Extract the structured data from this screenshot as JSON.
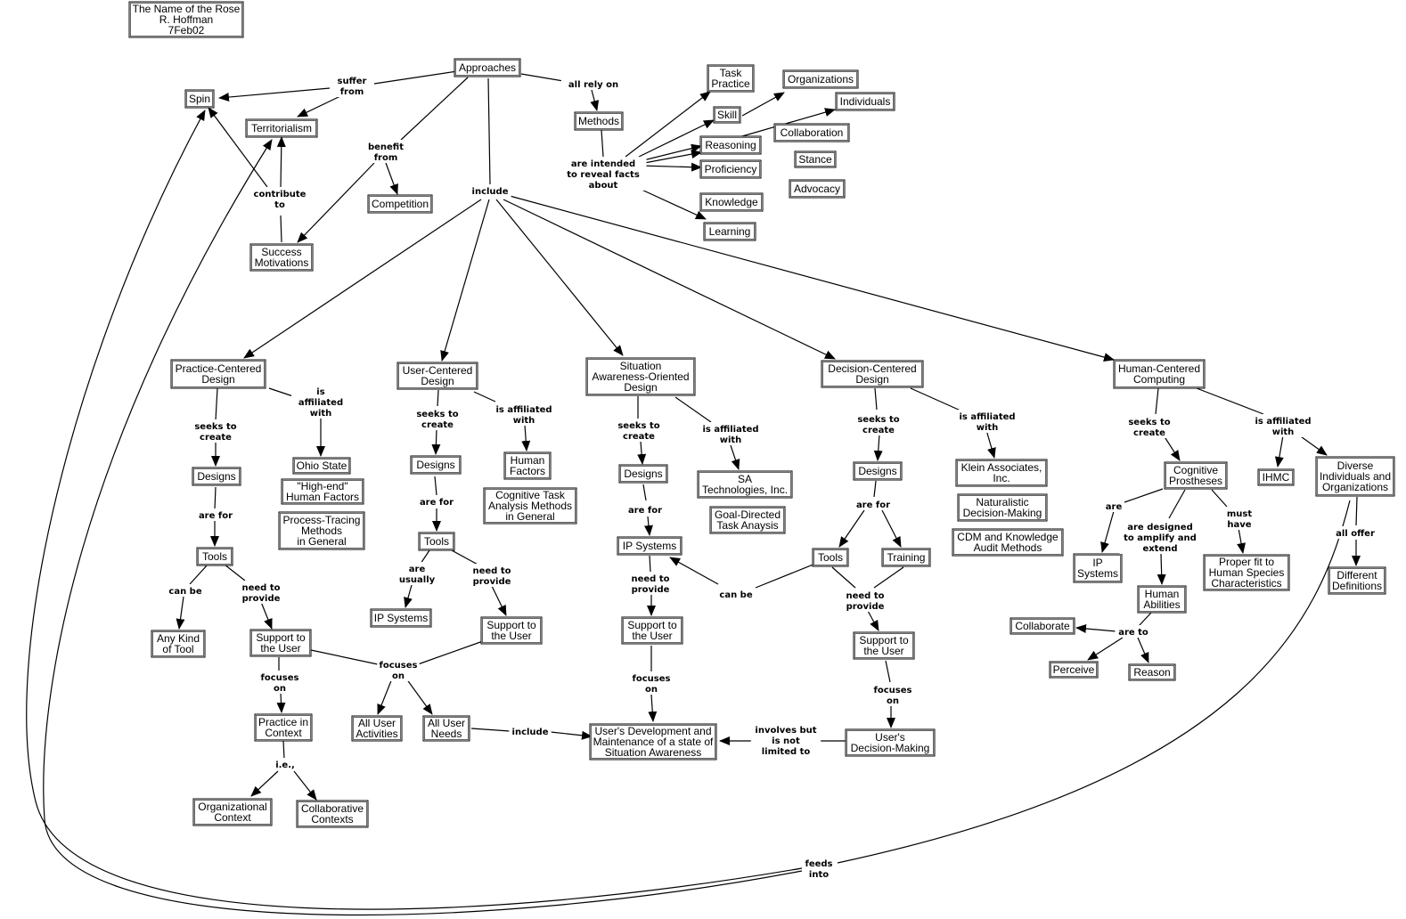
{
  "nodes": {
    "title": {
      "text": "The Name of the Rose\nR. Hoffman\n7Feb02"
    },
    "approaches": {
      "text": "Approaches"
    },
    "spin": {
      "text": "Spin"
    },
    "territorialism": {
      "text": "Territorialism"
    },
    "success_motivations": {
      "text": "Success\nMotivations"
    },
    "competition": {
      "text": "Competition"
    },
    "methods": {
      "text": "Methods"
    },
    "task_practice": {
      "text": "Task\nPractice"
    },
    "skill": {
      "text": "Skill"
    },
    "reasoning": {
      "text": "Reasoning"
    },
    "proficiency": {
      "text": "Proficiency"
    },
    "knowledge": {
      "text": "Knowledge"
    },
    "learning": {
      "text": "Learning"
    },
    "organizations": {
      "text": "Organizations"
    },
    "individuals": {
      "text": "Individuals"
    },
    "collaboration": {
      "text": "Collaboration"
    },
    "stance": {
      "text": "Stance"
    },
    "advocacy": {
      "text": "Advocacy"
    },
    "pcd": {
      "text": "Practice-Centered\nDesign"
    },
    "pcd_designs": {
      "text": "Designs"
    },
    "pcd_tools": {
      "text": "Tools"
    },
    "any_kind_tool": {
      "text": "Any Kind\nof Tool"
    },
    "pcd_support": {
      "text": "Support to\nthe User"
    },
    "practice_context": {
      "text": "Practice in\nContext"
    },
    "org_context": {
      "text": "Organizational\nContext"
    },
    "collab_contexts": {
      "text": "Collaborative\nContexts"
    },
    "ohio_state": {
      "text": "Ohio State"
    },
    "high_end_hf": {
      "text": "\"High-end\"\nHuman Factors"
    },
    "process_tracing": {
      "text": "Process-Tracing\nMethods\nin General"
    },
    "ucd": {
      "text": "User-Centered\nDesign"
    },
    "ucd_designs": {
      "text": "Designs"
    },
    "ucd_tools": {
      "text": "Tools"
    },
    "ucd_ip": {
      "text": "IP Systems"
    },
    "ucd_support": {
      "text": "Support to\nthe User"
    },
    "all_user_activities": {
      "text": "All User\nActivities"
    },
    "all_user_needs": {
      "text": "All User\nNeeds"
    },
    "human_factors": {
      "text": "Human\nFactors"
    },
    "cta_methods": {
      "text": "Cognitive Task\nAnalysis Methods\nin General"
    },
    "saod": {
      "text": "Situation\nAwareness-Oriented\nDesign"
    },
    "saod_designs": {
      "text": "Designs"
    },
    "saod_ip": {
      "text": "IP  Systems"
    },
    "saod_support": {
      "text": "Support to\nthe User"
    },
    "user_dev_sa": {
      "text": "User's Development and\nMaintenance of a state of\nSituation Awareness"
    },
    "sa_tech": {
      "text": "SA\nTechnologies, Inc."
    },
    "goal_directed": {
      "text": "Goal-Directed\nTask Anaysis"
    },
    "dcd": {
      "text": "Decision-Centered\nDesign"
    },
    "dcd_designs": {
      "text": "Designs"
    },
    "dcd_tools": {
      "text": "Tools"
    },
    "dcd_training": {
      "text": "Training"
    },
    "dcd_support": {
      "text": "Support to\nthe User"
    },
    "user_dm": {
      "text": "User's\nDecision-Making"
    },
    "klein": {
      "text": "Klein Associates,\nInc."
    },
    "ndm": {
      "text": "Naturalistic\nDecision-Making"
    },
    "cdm": {
      "text": "CDM and Knowledge\nAudit Methods"
    },
    "hcc": {
      "text": "Human-Centered\nComputing"
    },
    "cog_prostheses": {
      "text": "Cognitive\nProstheses"
    },
    "hcc_ip": {
      "text": "IP\nSystems"
    },
    "human_abilities": {
      "text": "Human\nAbilities"
    },
    "collaborate": {
      "text": "Collaborate"
    },
    "perceive": {
      "text": "Perceive"
    },
    "reason": {
      "text": "Reason"
    },
    "proper_fit": {
      "text": "Proper fit to\nHuman Species\nCharacteristics"
    },
    "ihmc": {
      "text": "IHMC"
    },
    "diverse": {
      "text": "Diverse\nIndividuals and\nOrganizations"
    },
    "different_defs": {
      "text": "Different\nDefinitions"
    }
  },
  "links": {
    "suffer_from": {
      "text": "suffer\nfrom"
    },
    "benefit_from": {
      "text": "benefit\nfrom"
    },
    "contribute_to": {
      "text": "contribute\nto"
    },
    "all_rely_on": {
      "text": "all rely on"
    },
    "intended_reveal": {
      "text": "are intended\nto reveal facts\nabout"
    },
    "include": {
      "text": "include"
    },
    "pcd_seeks": {
      "text": "seeks to\ncreate"
    },
    "pcd_affiliated": {
      "text": "is\naffiliated\nwith"
    },
    "pcd_are_for": {
      "text": "are for"
    },
    "pcd_can_be": {
      "text": "can be"
    },
    "pcd_need_provide": {
      "text": "need to\nprovide"
    },
    "pcd_focuses": {
      "text": "focuses\non"
    },
    "ie": {
      "text": "i.e.,"
    },
    "ucd_seeks": {
      "text": "seeks to\ncreate"
    },
    "ucd_affiliated": {
      "text": "is affiliated\nwith"
    },
    "ucd_are_for": {
      "text": "are for"
    },
    "ucd_are_usually": {
      "text": "are\nusually"
    },
    "ucd_need_provide": {
      "text": "need to\nprovide"
    },
    "ucd_focuses": {
      "text": "focuses\non"
    },
    "include2": {
      "text": "include"
    },
    "saod_seeks": {
      "text": "seeks to\ncreate"
    },
    "saod_affiliated": {
      "text": "is affiliated\nwith"
    },
    "saod_are_for": {
      "text": "are for"
    },
    "saod_need_provide": {
      "text": "need to\nprovide"
    },
    "saod_focuses": {
      "text": "focuses\non"
    },
    "can_be2": {
      "text": "can be"
    },
    "dcd_seeks": {
      "text": "seeks to\ncreate"
    },
    "dcd_affiliated": {
      "text": "is affiliated\nwith"
    },
    "dcd_are_for": {
      "text": "are for"
    },
    "dcd_need_provide": {
      "text": "need to\nprovide"
    },
    "dcd_focuses": {
      "text": "focuses\non"
    },
    "involves": {
      "text": "involves but\nis not\nlimited to"
    },
    "hcc_seeks": {
      "text": "seeks to\ncreate"
    },
    "hcc_affiliated": {
      "text": "is affiliated\nwith"
    },
    "are": {
      "text": "are"
    },
    "amplify": {
      "text": "are designed\nto amplify and\nextend"
    },
    "must_have": {
      "text": "must\nhave"
    },
    "are_to": {
      "text": "are to"
    },
    "all_offer": {
      "text": "all offer"
    },
    "feeds_into": {
      "text": "feeds\ninto"
    }
  }
}
